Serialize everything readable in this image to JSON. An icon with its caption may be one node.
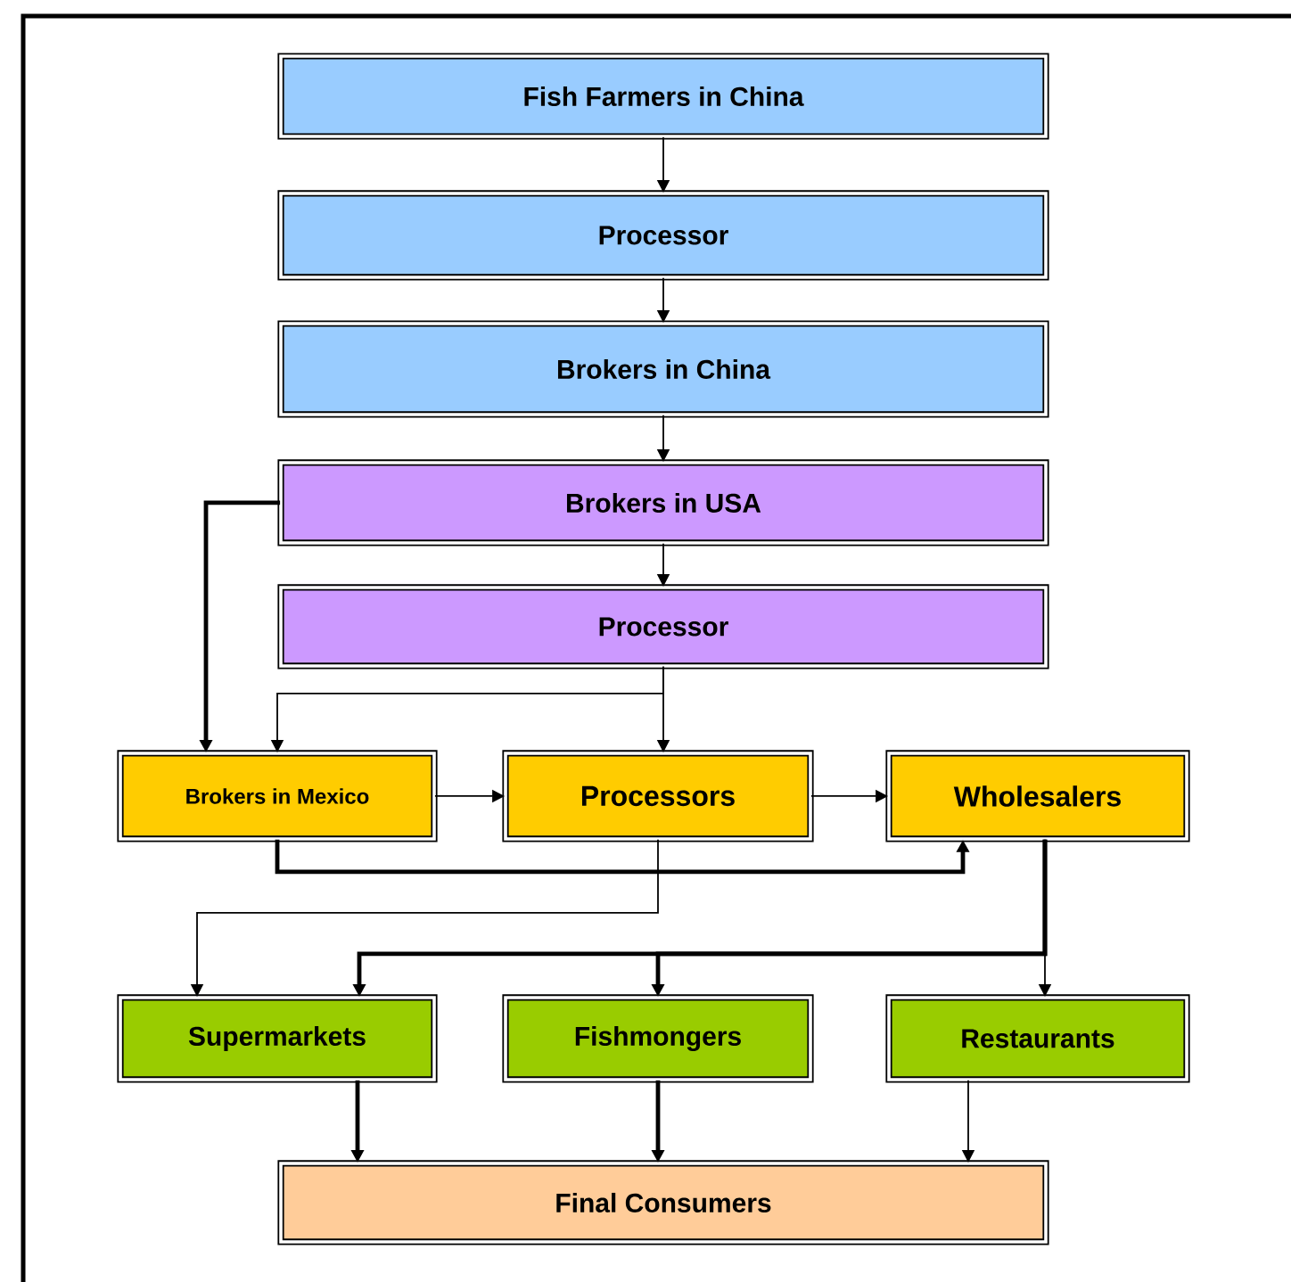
{
  "diagram": {
    "nodes": [
      {
        "text": [
          "Fish Farmers in China"
        ]
      },
      {
        "text": [
          "Processor"
        ]
      },
      {
        "text": [
          "Brokers in China"
        ]
      },
      {
        "text": [
          "Brokers in USA"
        ]
      },
      {
        "text": [
          "Processor"
        ]
      },
      {
        "text": [
          "Brokers in Mexico"
        ]
      },
      {
        "text": [
          "Processors"
        ]
      },
      {
        "text": [
          "Wholesalers"
        ]
      },
      {
        "text": [
          "Supermarkets"
        ]
      },
      {
        "text": [
          "Fishmongers"
        ]
      },
      {
        "text": [
          "Restaurants"
        ]
      },
      {
        "text": [
          "Final Consumers"
        ]
      }
    ],
    "edges": [
      {
        "from": 0,
        "to": 1,
        "arrow": "to"
      },
      {
        "from": 1,
        "to": 2,
        "arrow": "to"
      },
      {
        "from": 2,
        "to": 3,
        "arrow": "to"
      },
      {
        "from": 3,
        "to": 4,
        "arrow": "to"
      },
      {
        "from": 3,
        "to": 5,
        "arrow": "to",
        "style": "thick"
      },
      {
        "from": 4,
        "to": 5,
        "arrow": "to"
      },
      {
        "from": 4,
        "to": 6,
        "arrow": "to"
      },
      {
        "from": 5,
        "to": 6,
        "arrow": "to"
      },
      {
        "from": 6,
        "to": 7,
        "arrow": "to"
      },
      {
        "from": 5,
        "to": 7,
        "arrow": "to",
        "style": "thick"
      },
      {
        "from": 6,
        "to": 8,
        "arrow": "to"
      },
      {
        "from": 7,
        "to": 8,
        "arrow": "to",
        "style": "thick"
      },
      {
        "from": 7,
        "to": 9,
        "arrow": "to",
        "style": "thick"
      },
      {
        "from": 7,
        "to": 10,
        "arrow": "to"
      },
      {
        "from": 8,
        "to": 11,
        "arrow": "to",
        "style": "thick"
      },
      {
        "from": 9,
        "to": 11,
        "arrow": "to",
        "style": "thick"
      },
      {
        "from": 10,
        "to": 11,
        "arrow": "to"
      }
    ]
  }
}
